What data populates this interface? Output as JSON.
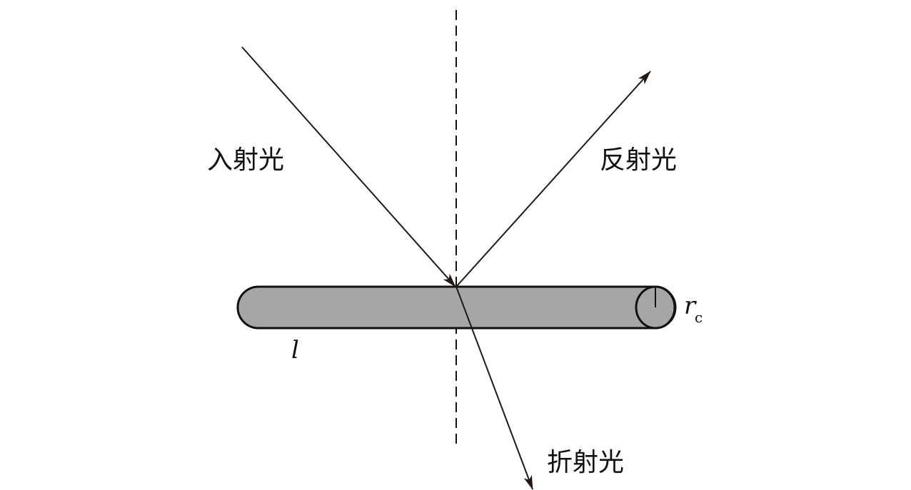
{
  "labels": {
    "incident": "入射光",
    "reflected": "反射光",
    "refracted": "折射光",
    "length": "l",
    "radius_main": "r",
    "radius_sub": "c"
  },
  "colors": {
    "cylinder_fill": "#a6a6a6",
    "stroke": "#111111",
    "arrow": "#231815"
  }
}
